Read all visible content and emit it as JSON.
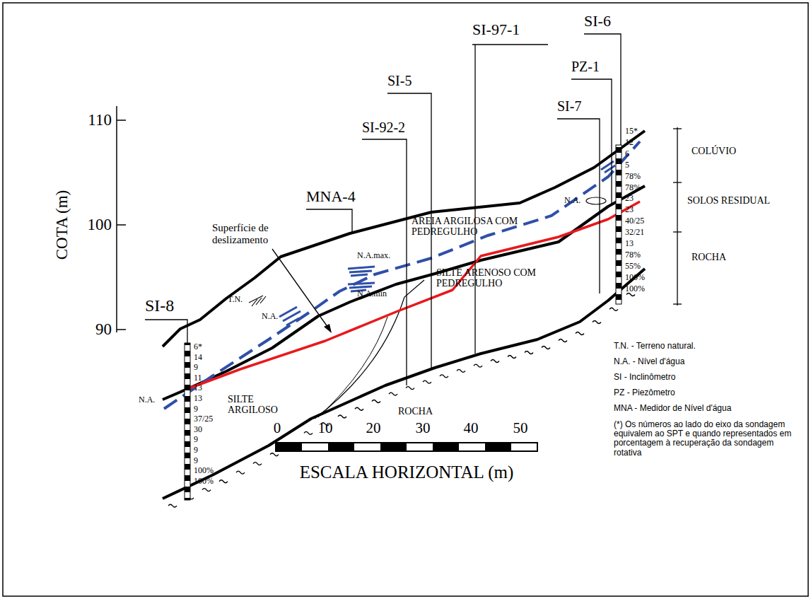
{
  "diagram": {
    "labels": [
      "COTA (m)",
      "110",
      "100",
      "90",
      "SI-8",
      "MNA-4",
      "SI-92-2",
      "SI-5",
      "SI-97-1",
      "SI-7",
      "PZ-1",
      "SI-6",
      "Superfície de deslizamento",
      "T.N.",
      "N.A.",
      "N.A.",
      "N.A.max.",
      "N.A.min",
      "N.A.",
      "AREIA ARGILOSA COM PEDREGULHO",
      "SILTE ARENOSO COM PEDREGULHO",
      "SILTE ARGILOSO",
      "ROCHA",
      "COLÚVIO",
      "SOLOS RESIDUAL",
      "ROCHA",
      "0",
      "10",
      "20",
      "30",
      "40",
      "50",
      "ESCALA HORIZONTAL (m)",
      "T.N. - Terreno natural.",
      "N.A. - Nível d'água",
      "SI - Inclinômetro",
      "PZ - Piezômetro",
      "MNA - Medidor de Nível d'água",
      "(*) Os números ao lado do eixo da sondagem equivalem ao SPT e quando representados em porcentagem à recuperação da sondagem rotativa",
      "6*",
      "14",
      "9",
      "11",
      "13",
      "13",
      "9",
      "37/25",
      "30",
      "9",
      "9",
      "9",
      "100%",
      "100%",
      "15*",
      "12",
      "6",
      "5",
      "78%",
      "78%",
      "23",
      "23",
      "40/25",
      "32/21",
      "13",
      "78%",
      "55%",
      "100%",
      "100%"
    ]
  }
}
